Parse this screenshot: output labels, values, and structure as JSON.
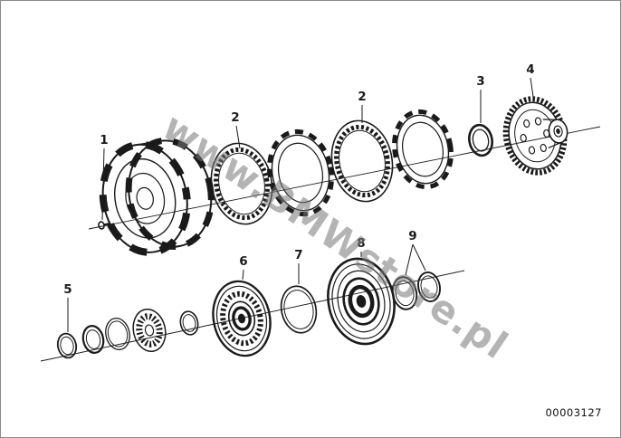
{
  "diagram": {
    "watermark": "www.BMWstore.pl",
    "doc_number": "00003127",
    "labels": [
      {
        "text": "1"
      },
      {
        "text": "2"
      },
      {
        "text": "2"
      },
      {
        "text": "3"
      },
      {
        "text": "4"
      },
      {
        "text": "5"
      },
      {
        "text": "6"
      },
      {
        "text": "7"
      },
      {
        "text": "8"
      },
      {
        "text": "9"
      }
    ],
    "colors": {
      "line": "#1a1a1a",
      "wm": "#787878"
    }
  }
}
